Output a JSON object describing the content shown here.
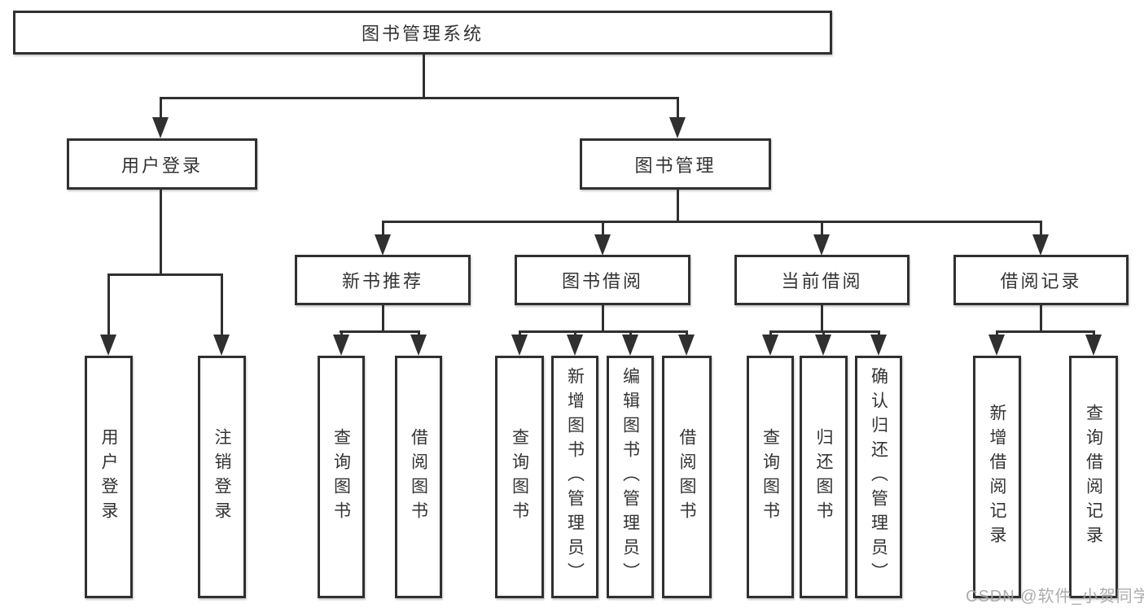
{
  "tree": {
    "root": "图书管理系统",
    "children": [
      {
        "label": "用户登录",
        "children": [
          {
            "label": "用户登录"
          },
          {
            "label": "注销登录"
          }
        ]
      },
      {
        "label": "图书管理",
        "children": [
          {
            "label": "新书推荐",
            "children": [
              {
                "label": "查询图书"
              },
              {
                "label": "借阅图书"
              }
            ]
          },
          {
            "label": "图书借阅",
            "children": [
              {
                "label": "查询图书"
              },
              {
                "label": "新增图书（管理员）"
              },
              {
                "label": "编辑图书（管理员）"
              },
              {
                "label": "借阅图书"
              }
            ]
          },
          {
            "label": "当前借阅",
            "children": [
              {
                "label": "查询图书"
              },
              {
                "label": "归还图书"
              },
              {
                "label": "确认归还（管理员）"
              }
            ]
          },
          {
            "label": "借阅记录",
            "children": [
              {
                "label": "新增借阅记录"
              },
              {
                "label": "查询借阅记录"
              }
            ]
          }
        ]
      }
    ]
  },
  "watermark": {
    "text": "CSDN @软件_小贺同学"
  },
  "colors": {
    "line": "#303030",
    "text": "#333333",
    "background": "#ffffff",
    "watermark": "#9e9e9e"
  }
}
